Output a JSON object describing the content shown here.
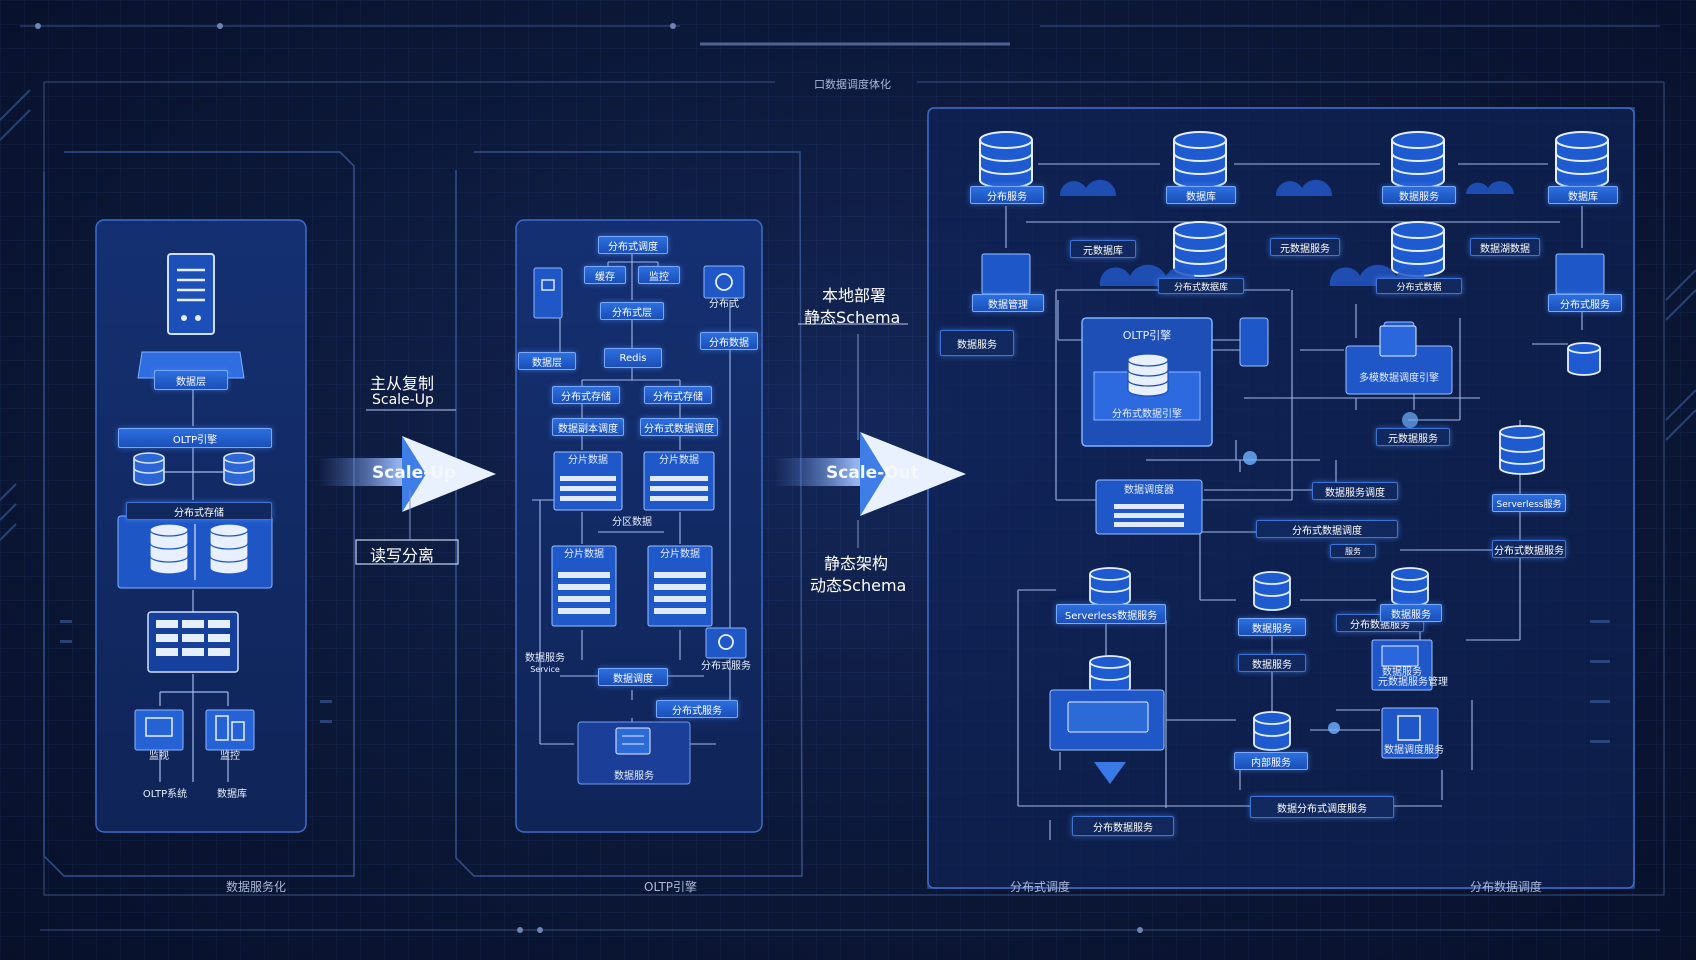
{
  "header": {
    "title": "口数据调度体化"
  },
  "panel_left": {
    "db_label": "数据层",
    "engine_label": "OLTP引擎",
    "storage_label": "分布式存储",
    "icon_labels": [
      "监视",
      "监控"
    ],
    "bottom_labels": [
      "OLTP系统",
      "数据库"
    ],
    "caption": "数据服务化"
  },
  "transition_1": {
    "top_line1": "主从复制",
    "top_line2": "Scale-Up",
    "arrow": "Scale-Up",
    "bottom": "读写分离"
  },
  "panel_middle": {
    "top_box": "分布式调度",
    "row1": [
      "缓存",
      "监控"
    ],
    "redis_top": "分布式层",
    "right_icon": "分布式",
    "left_box": "数据层",
    "right_box": "分布数据",
    "redis": "Redis",
    "row3": [
      "分布式存储",
      "分布式存储"
    ],
    "row4": [
      "数据副本调度",
      "分布式数据调度"
    ],
    "shard_labels": [
      "分片数据",
      "分片数据"
    ],
    "mid_label": "分区数据",
    "shard2_labels": [
      "分片数据",
      "分片数据"
    ],
    "left_small": "数据服务",
    "left_small2": "Service",
    "right_small": "分布式服务",
    "sched": "数据调度",
    "bottom_box": "分布式服务",
    "bottom_node": "数据服务",
    "caption": "OLTP引擎"
  },
  "transition_2": {
    "top_line1": "本地部署",
    "top_line2": "静态Schema",
    "arrow": "Scale-Out",
    "bottom_line1": "静态架构",
    "bottom_line2": "动态Schema"
  },
  "panel_right": {
    "top_dbs": [
      "分布服务",
      "数据库",
      "数据服务",
      "数据库"
    ],
    "row2_left": "元数据库",
    "row2_mid": "分布式数据库",
    "row2_right": "元数据服务",
    "cloud_db1": "数据湖数据",
    "cloud_db2": "分布式数据",
    "side_left": "数据管理",
    "side_left_b": "数据服务",
    "side_right": "分布式服务",
    "oltp_title": "OLTP引擎",
    "oltp_sub": "分布式数据引擎",
    "right_block": "多模数据调度引擎",
    "right_small": "元数据服务",
    "tag1": "数据服务调度",
    "tag2": "分布式数据调度",
    "serverless_right": "Serverless服务",
    "table_box": "数据调度器",
    "tag3": "分布式数据服务",
    "tag4": "服务",
    "tag5": "分布数据服务",
    "serverless_left": "Serverless数据服务",
    "node_a": "数据服务",
    "node_b": "数据服务",
    "node_c": "数据服务",
    "node_d": "数据服务",
    "node_e": "数据调度服务",
    "node_f": "元数据服务管理",
    "node_g": "内部服务",
    "bottom_wide": "数据分布式调度服务",
    "bottom_tag": "分布数据服务",
    "caption_left": "分布式调度",
    "caption_right": "分布数据调度"
  }
}
